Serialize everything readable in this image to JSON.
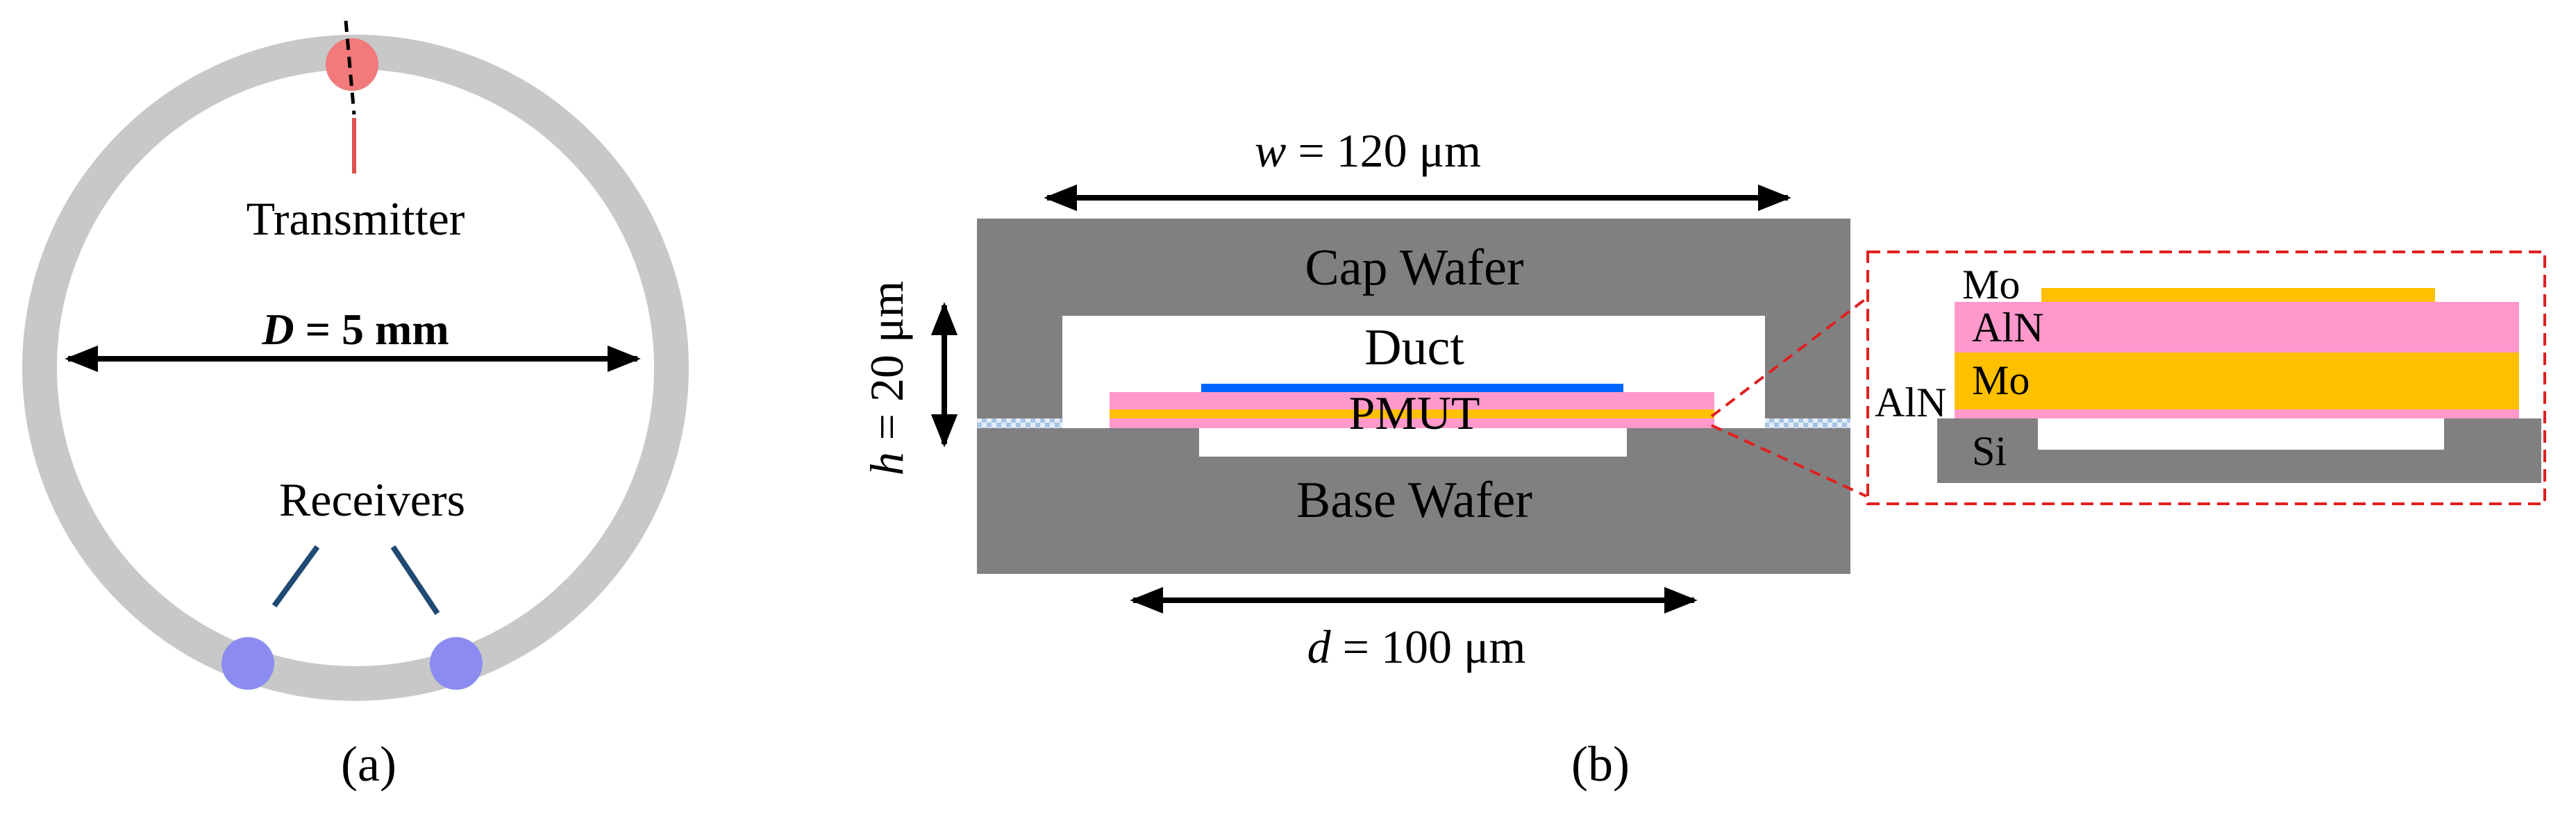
{
  "panel_a": {
    "caption": "(a)",
    "transmitter_label": "Transmitter",
    "receivers_label": "Receivers",
    "diameter_symbol": "D",
    "diameter_value": " = 5 mm",
    "colors": {
      "ring": "#c8c8c8",
      "transmitter": "#f27a7a",
      "receiver": "#8c8cf0",
      "receiver_line": "#1f4a73",
      "transmitter_line": "#e05050"
    }
  },
  "panel_b": {
    "caption": "(b)",
    "width_symbol": "w",
    "width_value": " = 120 μm",
    "height_symbol": "h",
    "height_value": " = 20 μm",
    "diameter_symbol": "d",
    "diameter_value": " = 100 μm",
    "cap_wafer_label": "Cap Wafer",
    "duct_label": "Duct",
    "pmut_label": "PMUT",
    "base_wafer_label": "Base Wafer",
    "colors": {
      "wafer": "#808080",
      "pink": "#ff99cc",
      "gold": "#ffc000",
      "blue": "#0066ff",
      "dash": "#e02020"
    }
  },
  "inset": {
    "mo_top_label": "Mo",
    "aln_top_label": "AlN",
    "mo_mid_label": "Mo",
    "aln_side_label": "AlN",
    "si_label": "Si"
  }
}
